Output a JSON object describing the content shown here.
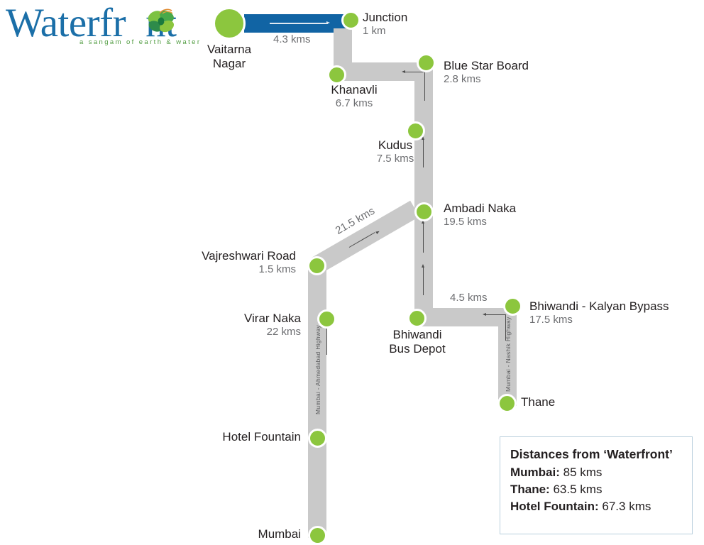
{
  "logo": {
    "brand": "Waterfront",
    "brand_pre": "Waterfr",
    "brand_post": "nt",
    "tagline": "a sangam of earth & water",
    "brand_color": "#1b6fa8",
    "tagline_color": "#4f9b3f",
    "leaf_icon": "butterfly-leaf-icon"
  },
  "colors": {
    "node_green": "#8cc63e",
    "road_grey": "#c9c9c9",
    "road_blue": "#1164a4",
    "label_dark": "#231f20",
    "label_grey": "#6d6e71",
    "legend_border": "#b9cfdd"
  },
  "nodes": [
    {
      "id": "vaitarna-nagar",
      "name": "Vaitarna\nNagar",
      "line1": "Vaitarna",
      "line2": "Nagar",
      "distance": ""
    },
    {
      "id": "junction",
      "name": "Junction",
      "line1": "Junction",
      "line2": "",
      "distance": "1 km"
    },
    {
      "id": "khanavli",
      "name": "Khanavli",
      "line1": "Khanavli",
      "line2": "",
      "distance": "6.7 kms"
    },
    {
      "id": "blue-star-board",
      "name": "Blue Star Board",
      "line1": "Blue Star Board",
      "line2": "",
      "distance": "2.8 kms"
    },
    {
      "id": "kudus",
      "name": "Kudus",
      "line1": "Kudus",
      "line2": "",
      "distance": "7.5 kms"
    },
    {
      "id": "ambadi-naka",
      "name": "Ambadi Naka",
      "line1": "Ambadi Naka",
      "line2": "",
      "distance": "19.5 kms"
    },
    {
      "id": "vajreshwari-road",
      "name": "Vajreshwari Road",
      "line1": "Vajreshwari Road",
      "line2": "",
      "distance": "1.5 kms"
    },
    {
      "id": "virar-naka",
      "name": "Virar Naka",
      "line1": "Virar Naka",
      "line2": "",
      "distance": "22 kms"
    },
    {
      "id": "bhiwandi-bus-depot",
      "name": "Bhiwandi Bus Depot",
      "line1": "Bhiwandi",
      "line2": "Bus Depot",
      "distance": ""
    },
    {
      "id": "bhiwandi-kalyan-bypass",
      "name": "Bhiwandi - Kalyan Bypass",
      "line1": "Bhiwandi - Kalyan Bypass",
      "line2": "",
      "distance": "17.5 kms"
    },
    {
      "id": "thane",
      "name": "Thane",
      "line1": "Thane",
      "line2": "",
      "distance": ""
    },
    {
      "id": "hotel-fountain",
      "name": "Hotel Fountain",
      "line1": "Hotel Fountain",
      "line2": "",
      "distance": ""
    },
    {
      "id": "mumbai",
      "name": "Mumbai",
      "line1": "Mumbai",
      "line2": "",
      "distance": ""
    }
  ],
  "segment_distances": {
    "vaitarna_to_junction": "4.3 kms",
    "ambadi_to_vajreshwari": "21.5 kms",
    "bhiwandi_to_bypass": "4.5 kms"
  },
  "highways": {
    "ahmedabad": "Mumbai - Ahmedabad  Highway",
    "nashik": "Mumbai - Nashik Highway"
  },
  "legend": {
    "title": "Distances from ‘Waterfront’",
    "rows": [
      {
        "label": "Mumbai:",
        "value": "85 kms"
      },
      {
        "label": "Thane:",
        "value": "63.5 kms"
      },
      {
        "label": "Hotel Fountain:",
        "value": "67.3 kms"
      }
    ]
  }
}
